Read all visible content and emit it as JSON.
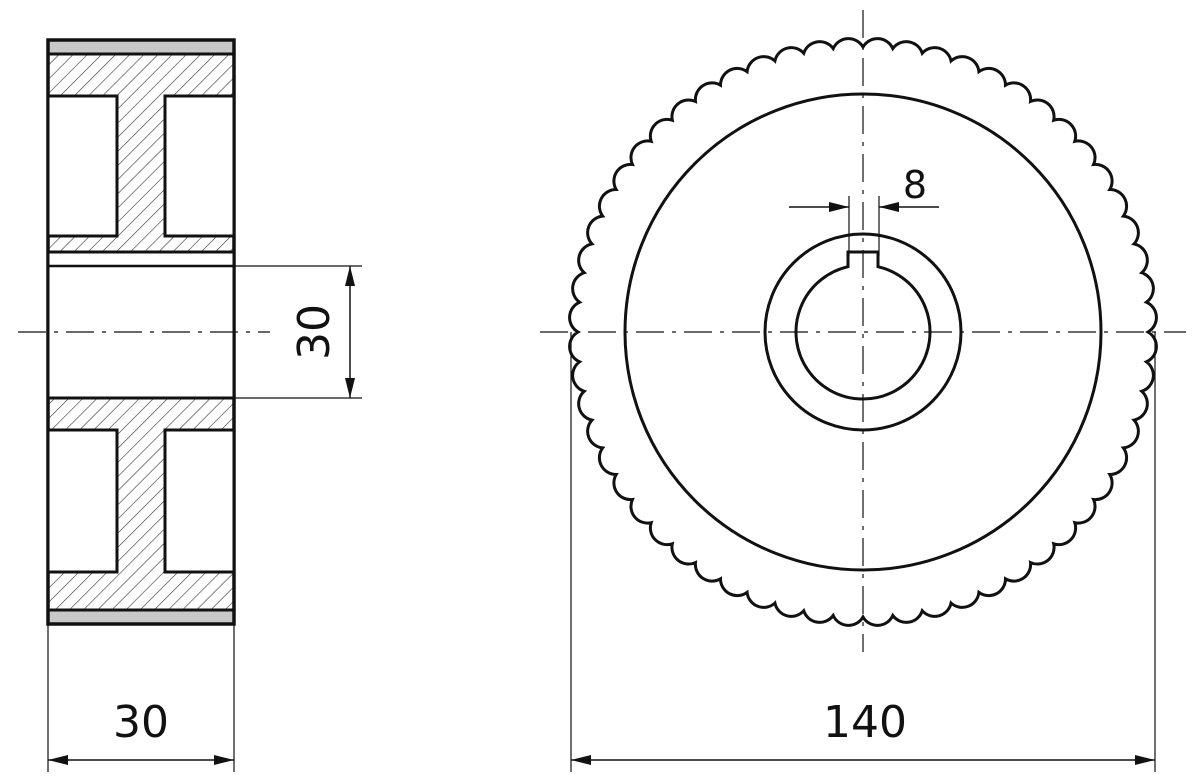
{
  "dimensions": {
    "side_width": "30",
    "bore_diameter": "30",
    "outer_diameter": "140",
    "keyway_width": "8"
  },
  "colors": {
    "outline": "#111111",
    "hatch": "#333333",
    "rim_band": "#c8c8c8",
    "background": "#ffffff"
  },
  "gear": {
    "teeth": 60
  }
}
